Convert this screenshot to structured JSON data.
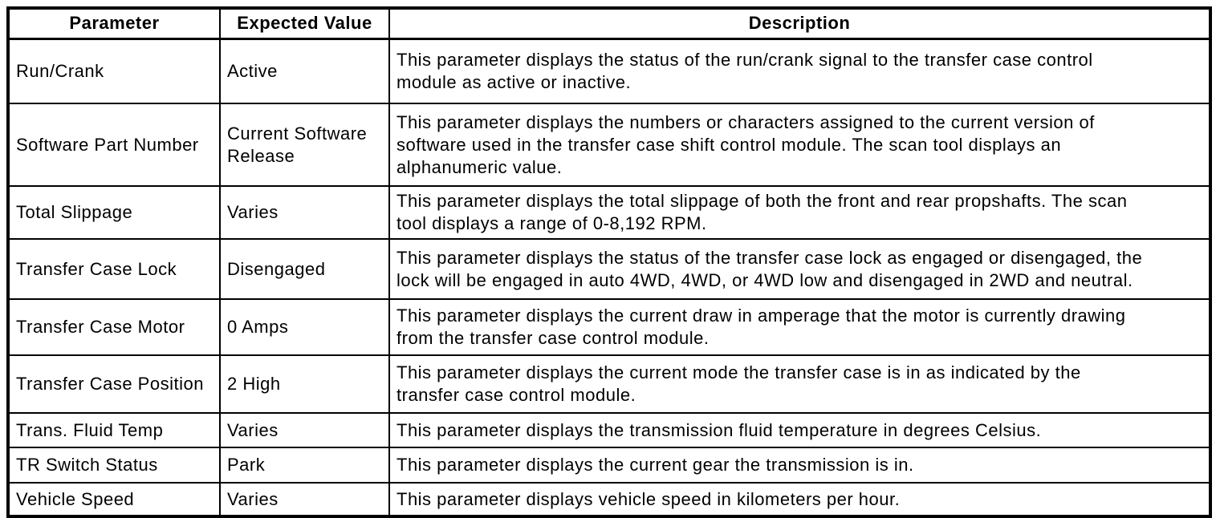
{
  "colors": {
    "border": "#000000",
    "text": "#000000",
    "background": "#ffffff"
  },
  "table": {
    "columns": [
      "Parameter",
      "Expected Value",
      "Description"
    ],
    "rows": [
      {
        "parameter": "Run/Crank",
        "expected_value": "Active",
        "description": "This parameter displays the status of the run/crank signal to the transfer case control\nmodule as active or inactive."
      },
      {
        "parameter": "Software Part Number",
        "expected_value": "Current Software\nRelease",
        "description": "This parameter displays the numbers or characters assigned to the current version of\nsoftware used in the transfer case shift control module. The scan tool displays an\nalphanumeric value."
      },
      {
        "parameter": "Total Slippage",
        "expected_value": "Varies",
        "description": "This parameter displays the total slippage of both the front and rear propshafts. The scan\ntool displays a range of 0-8,192 RPM."
      },
      {
        "parameter": "Transfer Case Lock",
        "expected_value": "Disengaged",
        "description": "This parameter displays the status of the transfer case lock as engaged or disengaged, the\nlock will be engaged in auto 4WD, 4WD, or 4WD low and disengaged in 2WD and neutral."
      },
      {
        "parameter": "Transfer Case Motor",
        "expected_value": "0 Amps",
        "description": "This parameter displays the current draw in amperage that the motor is currently drawing\nfrom the transfer case control module."
      },
      {
        "parameter": "Transfer Case Position",
        "expected_value": "2 High",
        "description": "This parameter displays the current mode the transfer case is in as indicated by the\ntransfer case control module."
      },
      {
        "parameter": "Trans. Fluid Temp",
        "expected_value": "Varies",
        "description": "This parameter displays the transmission fluid temperature in degrees Celsius."
      },
      {
        "parameter": "TR Switch Status",
        "expected_value": "Park",
        "description": "This parameter displays the current gear the transmission is in."
      },
      {
        "parameter": "Vehicle Speed",
        "expected_value": "Varies",
        "description": "This parameter displays vehicle speed in kilometers per hour."
      }
    ]
  }
}
